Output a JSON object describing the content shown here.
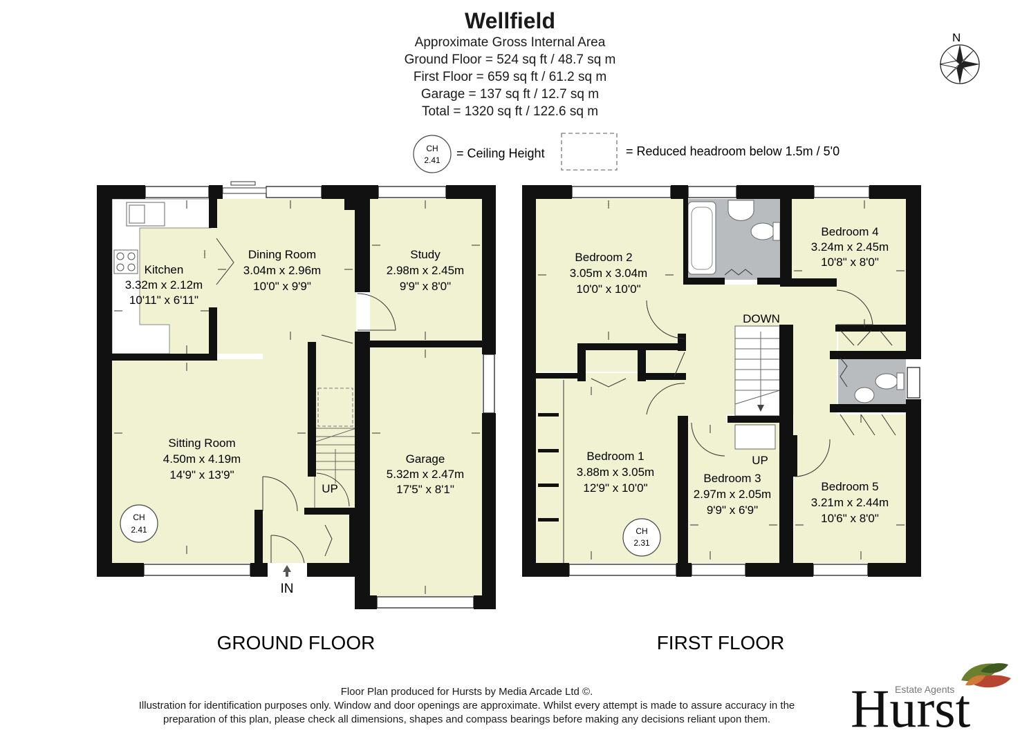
{
  "header": {
    "title": "Wellfield",
    "area_lines": [
      "Approximate Gross Internal Area",
      "Ground Floor = 524 sq ft / 48.7 sq m",
      "First Floor = 659 sq ft / 61.2 sq m",
      "Garage =  137 sq ft / 12.7 sq m",
      "Total = 1320 sq ft / 122.6 sq m"
    ]
  },
  "compass": {
    "label": "N",
    "icon": "compass-rose-icon"
  },
  "legend": {
    "ch_abbr": "CH",
    "ch_value": "2.41",
    "ch_text": "= Ceiling Height",
    "reduced_text": "= Reduced headroom below 1.5m / 5'0"
  },
  "ground_floor": {
    "label": "GROUND FLOOR",
    "rooms": {
      "kitchen": {
        "name": "Kitchen",
        "metric": "3.32m x 2.12m",
        "imperial": "10'11\" x 6'11\""
      },
      "dining": {
        "name": "Dining Room",
        "metric": "3.04m x 2.96m",
        "imperial": "10'0\" x 9'9\""
      },
      "study": {
        "name": "Study",
        "metric": "2.98m x 2.45m",
        "imperial": "9'9\" x 8'0\""
      },
      "sitting": {
        "name": "Sitting Room",
        "metric": "4.50m x 4.19m",
        "imperial": "14'9\" x 13'9\""
      },
      "garage": {
        "name": "Garage",
        "metric": "5.32m x 2.47m",
        "imperial": "17'5\" x 8'1\""
      }
    },
    "ch_value": "2.41",
    "up_label": "UP",
    "in_label": "IN"
  },
  "first_floor": {
    "label": "FIRST FLOOR",
    "rooms": {
      "bed2": {
        "name": "Bedroom 2",
        "metric": "3.05m x 3.04m",
        "imperial": "10'0\" x 10'0\""
      },
      "bed4": {
        "name": "Bedroom 4",
        "metric": "3.24m x 2.45m",
        "imperial": "10'8\" x 8'0\""
      },
      "bed1": {
        "name": "Bedroom 1",
        "metric": "3.88m x 3.05m",
        "imperial": "12'9\" x 10'0\""
      },
      "bed3": {
        "name": "Bedroom 3",
        "metric": "2.97m x 2.05m",
        "imperial": "9'9\" x 6'9\""
      },
      "bed5": {
        "name": "Bedroom 5",
        "metric": "3.21m x 2.44m",
        "imperial": "10'6\" x 8'0\""
      }
    },
    "ch_value": "2.31",
    "down_label": "DOWN",
    "up_label": "UP"
  },
  "footer": {
    "lines": [
      "Floor Plan produced for Hursts by Media Arcade Ltd ©.",
      "Illustration for identification purposes only. Window and door openings are approximate. Whilst every attempt is made to assure accuracy in the",
      "preparation of this plan, please check all dimensions, shapes and compass bearings before making any decisions reliant upon them."
    ],
    "logo_word": "Hurst",
    "logo_tagline": "Estate Agents"
  },
  "colors": {
    "wall": "#111111",
    "room_fill": "#f0f2d2",
    "wet_room_fill": "#b9bcbf",
    "fixture_fill": "#ffffff",
    "text": "#1a1a1a"
  }
}
